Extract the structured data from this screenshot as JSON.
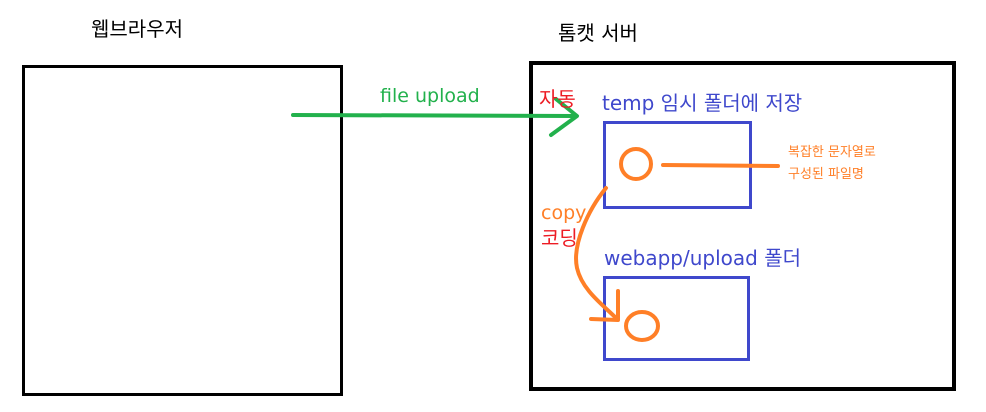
{
  "labels": {
    "browser": "웹브라우저",
    "tomcat": "톰캣 서버",
    "file_upload": "file upload",
    "auto": "자동",
    "temp_folder": "temp 임시 폴더에 저장",
    "complex_name_line1": "복잡한 문자열로",
    "complex_name_line2": "구성된 파일명",
    "copy": "copy",
    "coding": "코딩",
    "upload_folder": "webapp/upload 폴더"
  },
  "colors": {
    "black": "#000000",
    "green": "#22b14c",
    "blue": "#3f48cc",
    "orange": "#ff7f27",
    "red": "#ed1c24"
  }
}
